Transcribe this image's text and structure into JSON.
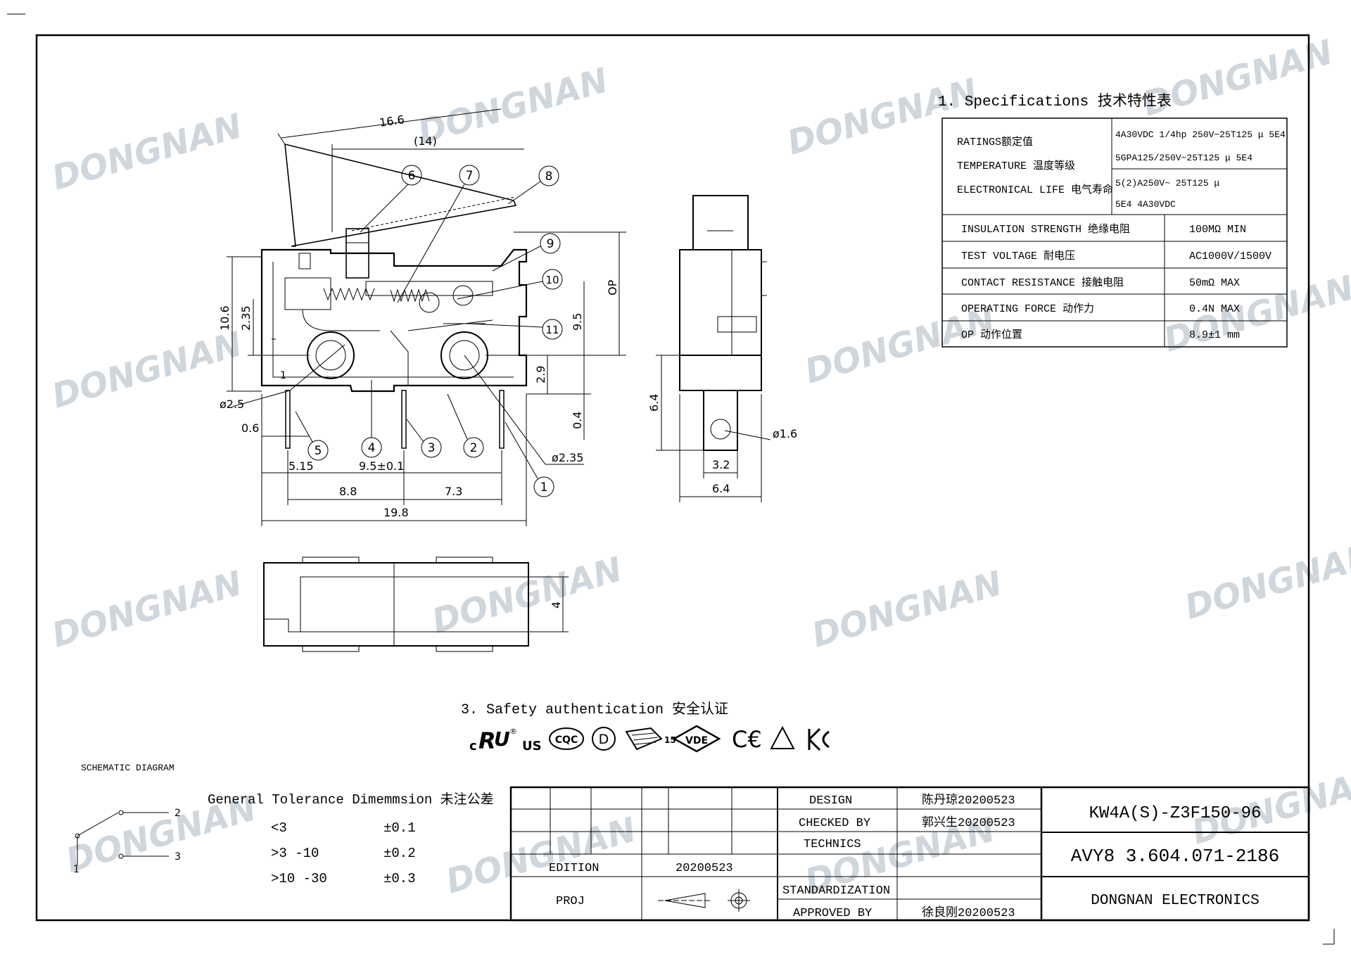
{
  "watermark": "DONGNAN",
  "drawing": {
    "dims": {
      "d16_6": "16.6",
      "d14": "(14)",
      "d10_6": "10.6",
      "d2_35": "2.35",
      "d9_5": "9.5",
      "op": "OP",
      "d2_9": "2.9",
      "d0_4": "0.4",
      "phi2_5": "ø2.5",
      "d0_6": "0.6",
      "d5_15": "5.15",
      "d9_5tol": "9.5±0.1",
      "phi2_35": "ø2.35",
      "d8_8": "8.8",
      "d7_3": "7.3",
      "d19_8": "19.8",
      "d6_4a": "6.4",
      "phi1_6": "ø1.6",
      "d3_2": "3.2",
      "d6_4b": "6.4",
      "d4": "4",
      "pin1": "1"
    },
    "balloons": [
      "6",
      "7",
      "8",
      "9",
      "10",
      "11",
      "5",
      "4",
      "3",
      "2",
      "1"
    ]
  },
  "specs": {
    "heading": "1. Specifications  技术特性表",
    "ratings_labels": [
      "RATINGS额定值",
      "TEMPERATURE 温度等级",
      "ELECTRONICAL LIFE 电气寿命"
    ],
    "ratings_values": [
      "4A30VDC 1/4hp 250V~25T125 μ 5E4",
      "5GPA125/250V~25T125  μ  5E4",
      "5(2)A250V~ 25T125  μ",
      "5E4  4A30VDC"
    ],
    "rows": [
      {
        "label": "INSULATION STRENGTH 绝缘电阻",
        "value": "100MΩ MIN"
      },
      {
        "label": "TEST VOLTAGE 耐电压",
        "value": "AC1000V/1500V"
      },
      {
        "label": "CONTACT RESISTANCE 接触电阻",
        "value": "50mΩ MAX"
      },
      {
        "label": "OPERATING FORCE 动作力",
        "value": "0.4N MAX"
      },
      {
        "label": "OP 动作位置",
        "value": "8.9±1 mm"
      }
    ]
  },
  "safety": {
    "heading": "3. Safety authentication  安全认证",
    "marks": [
      "cURus",
      "CQC",
      "D",
      "ENEC 15",
      "VDE",
      "CE",
      "triangle",
      "KC"
    ]
  },
  "schematic": {
    "title": "SCHEMATIC DIAGRAM",
    "pins": [
      "2",
      "3",
      "1"
    ]
  },
  "tolerance": {
    "heading": "General Tolerance Dimemmsion 未注公差",
    "rows": [
      {
        "range": "<3",
        "tol": "±0.1"
      },
      {
        "range": ">3 -10",
        "tol": "±0.2"
      },
      {
        "range": ">10 -30",
        "tol": "±0.3"
      }
    ]
  },
  "titleblock": {
    "design_label": "DESIGN",
    "design_value": "陈丹琼20200523",
    "checked_label": "CHECKED BY",
    "checked_value": "郭兴生20200523",
    "technics_label": "TECHNICS",
    "standard_label": "STANDARDIZATION",
    "approved_label": "APPROVED BY",
    "approved_value": "徐良刚20200523",
    "edition_label": "EDITION",
    "edition_value": "20200523",
    "proj_label": "PROJ",
    "model": "KW4A(S)-Z3F150-96",
    "code": "AVY8 3.604.071-2186",
    "company": "DONGNAN ELECTRONICS"
  }
}
